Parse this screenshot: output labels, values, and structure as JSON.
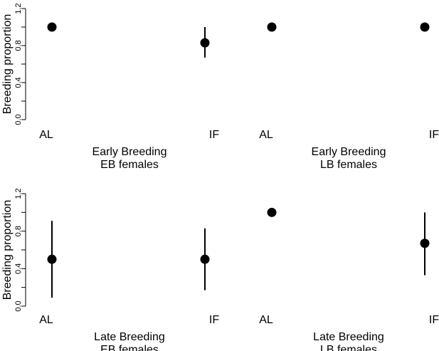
{
  "chart_data": [
    {
      "type": "scatter",
      "ylabel": "Breeding proportion",
      "ylim": [
        0,
        1.2
      ],
      "yticks": [
        "0.0",
        "0.4",
        "0.8",
        "1.2"
      ],
      "categories": [
        "AL",
        "IF"
      ],
      "caption": [
        "Early Breeding",
        "EB females"
      ],
      "values": [
        1.0,
        0.83
      ],
      "lower": [
        1.0,
        0.67
      ],
      "upper": [
        1.0,
        1.0
      ]
    },
    {
      "type": "scatter",
      "ylim": [
        0,
        1.2
      ],
      "categories": [
        "AL",
        "IF"
      ],
      "caption": [
        "Early Breeding",
        "LB females"
      ],
      "values": [
        1.0,
        1.0
      ],
      "lower": [
        1.0,
        1.0
      ],
      "upper": [
        1.0,
        1.0
      ]
    },
    {
      "type": "scatter",
      "ylabel": "Breeding proportion",
      "ylim": [
        0,
        1.2
      ],
      "yticks": [
        "0.0",
        "0.4",
        "0.8",
        "1.2"
      ],
      "categories": [
        "AL",
        "IF"
      ],
      "caption": [
        "Late Breeding",
        "EB females"
      ],
      "values": [
        0.5,
        0.5
      ],
      "lower": [
        0.09,
        0.17
      ],
      "upper": [
        0.91,
        0.83
      ]
    },
    {
      "type": "scatter",
      "ylim": [
        0,
        1.2
      ],
      "categories": [
        "AL",
        "IF"
      ],
      "caption": [
        "Late Breeding",
        "LB females"
      ],
      "values": [
        1.0,
        0.67
      ],
      "lower": [
        1.0,
        0.33
      ],
      "upper": [
        1.0,
        1.0
      ]
    }
  ]
}
